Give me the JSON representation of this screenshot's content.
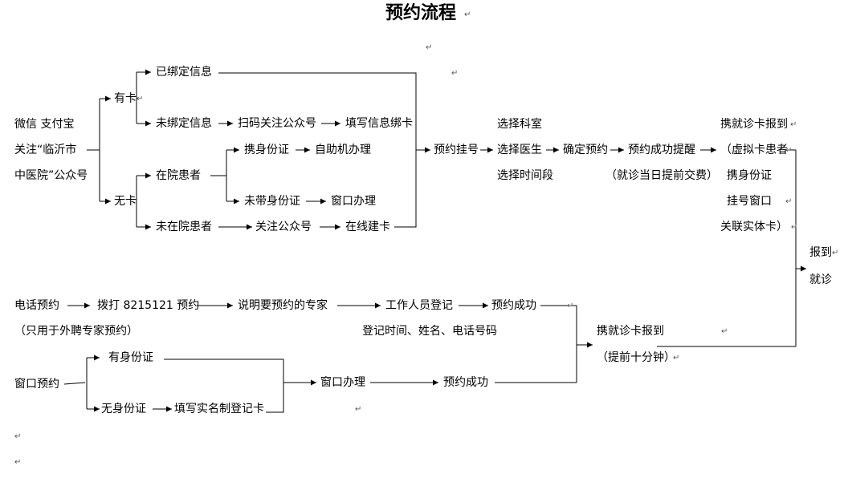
{
  "title": "预约流程",
  "wechat": {
    "line1": "微信  支付宝",
    "line2": "关注“临沂市",
    "line3": "中医院”公众号",
    "has_card": "有卡",
    "bound": "已绑定信息",
    "unbound": "未绑定信息",
    "scan": "扫码关注公众号",
    "fill_bind": "填写信息绑卡",
    "no_card": "无卡",
    "inpatient": "在院患者",
    "carry_id": "携身份证",
    "kiosk": "自助机办理",
    "no_id": "未带身份证",
    "window_handle": "窗口办理",
    "not_inpatient": "未在院患者",
    "follow": "关注公众号",
    "online_card": "在线建卡"
  },
  "main": {
    "register": "预约挂号",
    "select_dept": "选择科室",
    "select_doctor": "选择医生",
    "select_time": "选择时间段",
    "confirm": "确定预约",
    "success_notify": "预约成功提醒",
    "same_day_pay": "（就诊当日提前交费）"
  },
  "checkin": {
    "l1": "携就诊卡报到",
    "l2": "（虚拟卡患者",
    "l3": "携身份证",
    "l4": "挂号窗口",
    "l5": "关联实体卡）"
  },
  "final": {
    "l1": "报到",
    "l2": "就诊"
  },
  "phone": {
    "label": "电话预约",
    "note": "（只用于外聘专家预约）",
    "dial": "拨打 8215121 预约",
    "explain": "说明要预约的专家",
    "staff": "工作人员登记",
    "success": "预约成功",
    "record": "登记时间、姓名、电话号码"
  },
  "checkin2": {
    "l1": "携就诊卡报到",
    "l2": "（提前十分钟）"
  },
  "window": {
    "label": "窗口预约",
    "has_id": "有身份证",
    "no_id": "无身份证",
    "fill_card": "填写实名制登记卡",
    "handle": "窗口办理",
    "success": "预约成功"
  },
  "marks": {
    "para": "↵"
  }
}
